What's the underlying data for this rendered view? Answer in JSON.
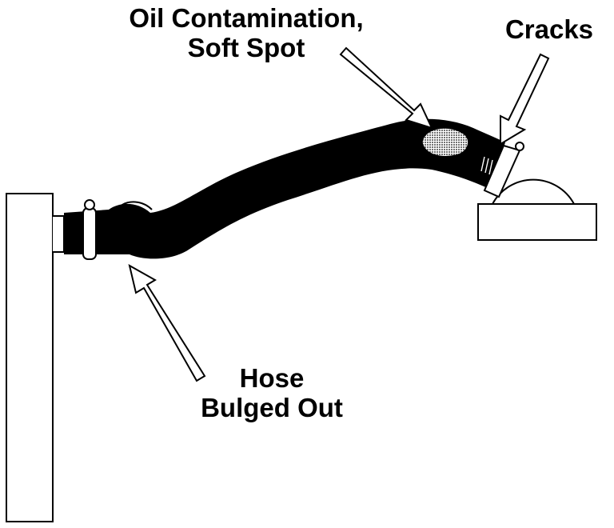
{
  "diagram": {
    "labels": {
      "oil_contamination_line1": "Oil Contamination,",
      "oil_contamination_line2": "Soft Spot",
      "cracks": "Cracks",
      "hose_line1": "Hose",
      "hose_line2": "Bulged Out"
    },
    "colors": {
      "hose": "#000000",
      "outline": "#000000",
      "background": "#ffffff",
      "contamination_spot": "#b4b4b4"
    }
  }
}
